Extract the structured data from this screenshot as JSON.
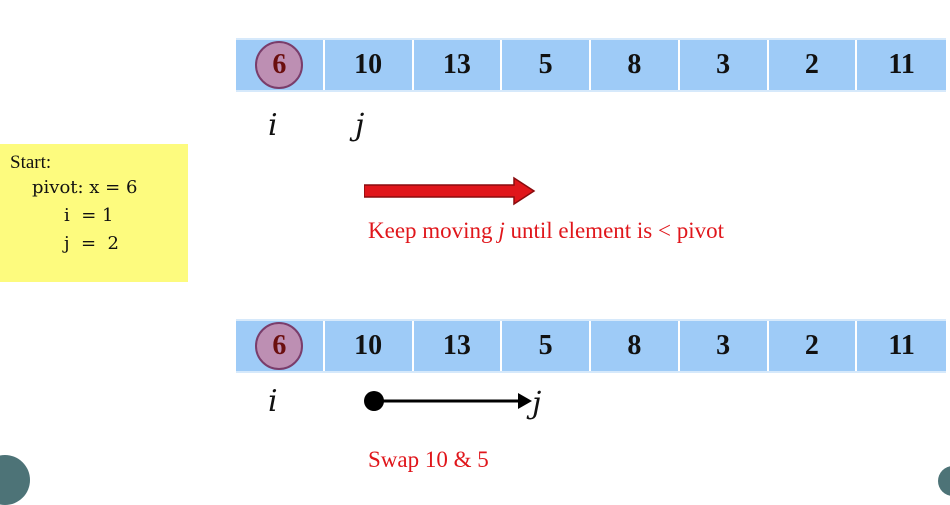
{
  "array_top": {
    "pivot": "6",
    "values": [
      "10",
      "13",
      "5",
      "8",
      "3",
      "2",
      "11"
    ]
  },
  "array_bottom": {
    "pivot": "6",
    "values": [
      "10",
      "13",
      "5",
      "8",
      "3",
      "2",
      "11"
    ]
  },
  "pointers": {
    "top_i": "i",
    "top_j": "j",
    "bottom_i": "i",
    "bottom_j": "j"
  },
  "start_box": {
    "title": "Start:",
    "pivot_line": "pivot: x = 6",
    "i_line": "i  = 1",
    "j_line": "j  =  2"
  },
  "captions": {
    "move_before": "Keep moving ",
    "move_var": "j",
    "move_after": " until element is < pivot",
    "swap": "Swap  10 & 5"
  },
  "colors": {
    "cell_fill": "#9ecbf7",
    "pivot_circle": "#bd8fb3",
    "pivot_text": "#6b0f0f",
    "start_box_fill": "#fdfb7e",
    "caption_red": "#e0161b",
    "arrow_red": "#e0161b"
  }
}
